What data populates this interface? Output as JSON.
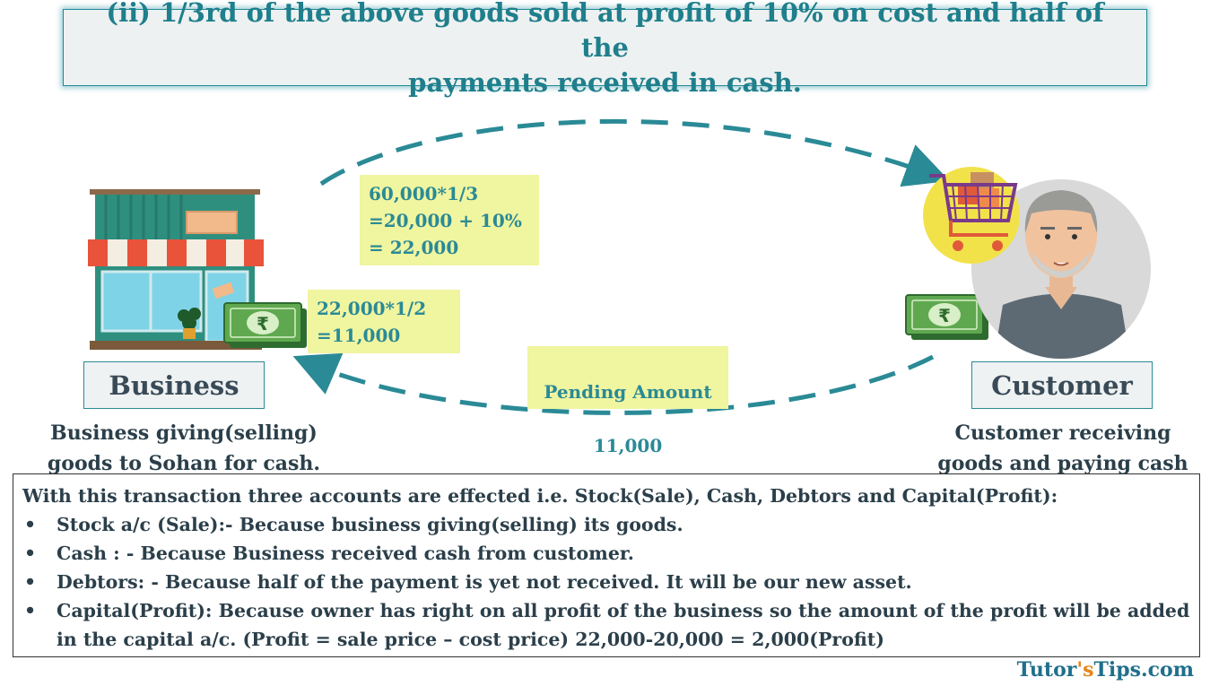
{
  "title": "(ii) 1/3rd of the above goods sold at profit of 10% on cost and half of the\npayments received in cash.",
  "notes": {
    "sale_calc": "60,000*1/3\n=20,000 + 10%\n= 22,000",
    "cash_calc": "22,000*1/2\n=11,000",
    "pending_title": "Pending Amount",
    "pending_value": "11,000"
  },
  "parties": {
    "business": {
      "label": "Business",
      "caption": "Business giving(selling)\ngoods to Sohan for cash."
    },
    "customer": {
      "label": "Customer",
      "caption": "Customer receiving\ngoods and paying cash"
    }
  },
  "currency_symbol": "₹",
  "explanation": {
    "intro": "With this transaction three accounts are effected i.e. Stock(Sale), Cash, Debtors  and Capital(Profit):",
    "bullets": [
      "Stock a/c (Sale):- Because business giving(selling) its goods.",
      "Cash : - Because Business received cash from customer.",
      "Debtors: - Because half of the payment is yet not received. It will be our new asset.",
      "Capital(Profit): Because owner has right on all profit of the business so the amount of the profit will be added in the capital a/c. (Profit = sale price – cost price) 22,000-20,000 = 2,000(Profit)"
    ],
    "bullet_char": "•"
  },
  "brand": {
    "part1": "Tutor",
    "part2": "'s",
    "part3": "Tips.com"
  },
  "colors": {
    "accent": "#1f7f8c",
    "note_bg": "#f0f5a0",
    "arrow": "#2a8a96"
  }
}
